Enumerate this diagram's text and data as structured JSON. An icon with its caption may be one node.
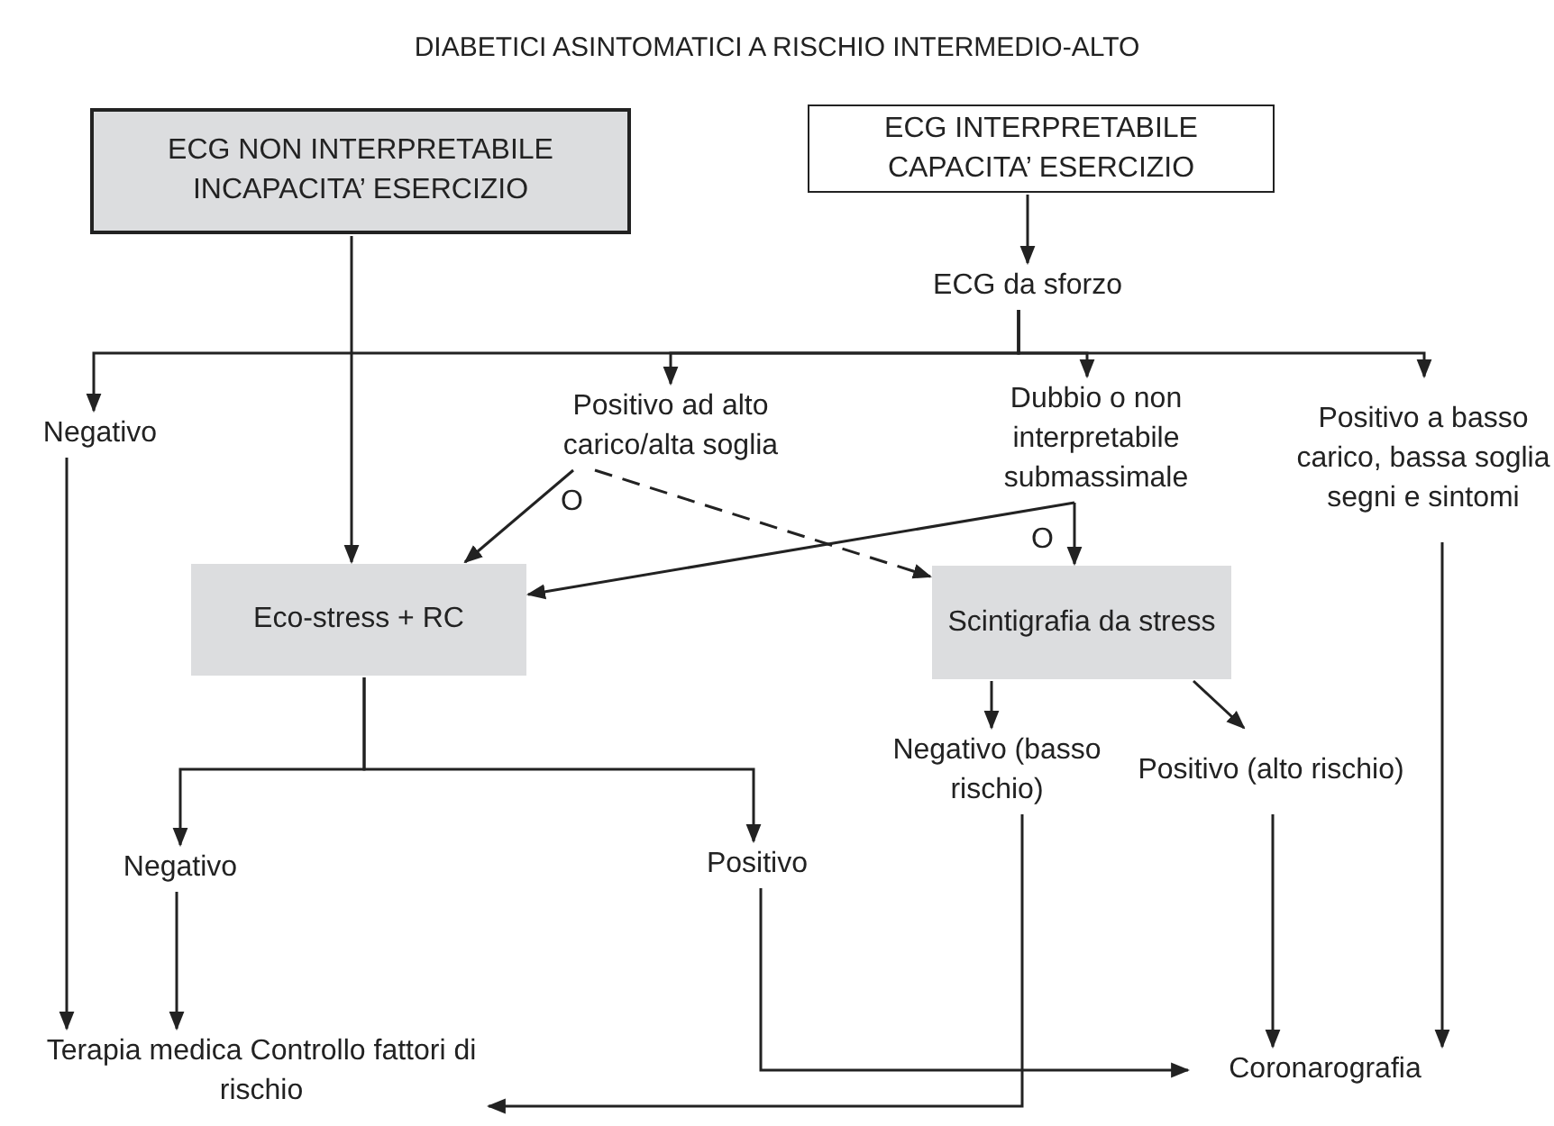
{
  "diagram": {
    "title": "DIABETICI ASINTOMATICI A RISCHIO INTERMEDIO-ALTO",
    "nodes": [
      {
        "text": [
          "ECG NON INTERPRETABILE INCAPACITA’ ESERCIZIO"
        ]
      },
      {
        "text": [
          "ECG INTERPRETABILE CAPACITA’ ESERCIZIO"
        ]
      },
      {
        "text": [
          "ECG da sforzo"
        ]
      },
      {
        "text": [
          "Negativo"
        ]
      },
      {
        "text": [
          "Positivo ad alto carico/alta soglia"
        ]
      },
      {
        "text": [
          "Dubbio o non interpretabile submassimale"
        ]
      },
      {
        "text": [
          "Positivo a basso carico, bassa soglia segni e sintomi"
        ]
      },
      {
        "text": [
          "Eco-stress + RC"
        ]
      },
      {
        "text": [
          "Scintigrafia da stress"
        ]
      },
      {
        "text": [
          "Negativo (basso rischio)"
        ]
      },
      {
        "text": [
          "Positivo (alto rischio)"
        ]
      },
      {
        "text": [
          "Negativo"
        ]
      },
      {
        "text": [
          "Positivo"
        ]
      },
      {
        "text": [
          "Terapia medica Controllo fattori di rischio"
        ]
      },
      {
        "text": [
          "Coronarografia"
        ]
      }
    ],
    "edges": [
      {
        "from": 1,
        "to": 2,
        "arrow": "to"
      },
      {
        "from": 2,
        "to": 3,
        "arrow": "to"
      },
      {
        "from": 2,
        "to": 4,
        "arrow": "to"
      },
      {
        "from": 2,
        "to": 5,
        "arrow": "to"
      },
      {
        "from": 2,
        "to": 6,
        "arrow": "to"
      },
      {
        "from": 0,
        "to": 7,
        "arrow": "to"
      },
      {
        "from": 4,
        "to": 7,
        "arrow": "to"
      },
      {
        "from": 4,
        "to": 8,
        "arrow": "to",
        "style": "dashed"
      },
      {
        "from": 5,
        "to": 7,
        "arrow": "to"
      },
      {
        "from": 5,
        "to": 8,
        "arrow": "to"
      },
      {
        "from": 8,
        "to": 9,
        "arrow": "to"
      },
      {
        "from": 8,
        "to": 10,
        "arrow": "to"
      },
      {
        "from": 7,
        "to": 11,
        "arrow": "to"
      },
      {
        "from": 7,
        "to": 12,
        "arrow": "to"
      },
      {
        "from": 3,
        "to": 13,
        "arrow": "to"
      },
      {
        "from": 11,
        "to": 13,
        "arrow": "to"
      },
      {
        "from": 9,
        "to": 13,
        "arrow": "to"
      },
      {
        "from": 12,
        "to": 14,
        "arrow": "to"
      },
      {
        "from": 10,
        "to": 14,
        "arrow": "to"
      },
      {
        "from": 6,
        "to": 14,
        "arrow": "to"
      }
    ],
    "labels": [
      "O",
      "O"
    ]
  }
}
